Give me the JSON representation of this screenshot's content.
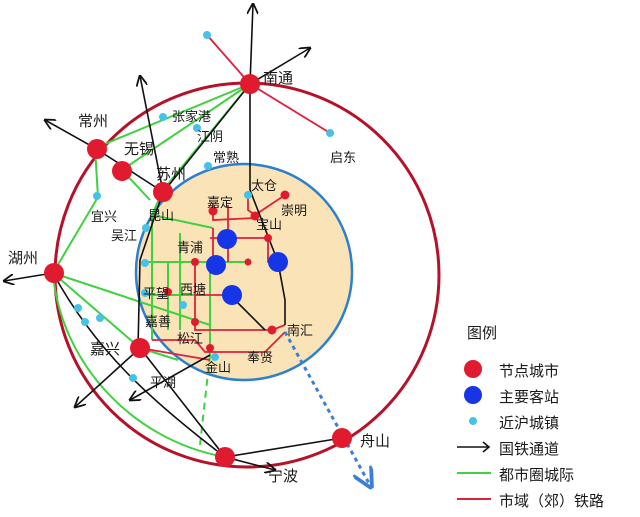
{
  "colors": {
    "outer_ring": "#b5122a",
    "inner_ring": "#2d7fd0",
    "inner_fill": "#fbe3b8",
    "node_city": "#e01b2f",
    "major_station": "#1635e6",
    "nearby_town": "#45c2e8",
    "national_rail": "#111111",
    "metro_intercity": "#3fd13f",
    "municipal_rail": "#e0203c",
    "planned_line": "#3b7fd6"
  },
  "node_cities": [
    {
      "id": "nantong",
      "label": "南通"
    },
    {
      "id": "changzhou",
      "label": "常州"
    },
    {
      "id": "wuxi",
      "label": "无锡"
    },
    {
      "id": "suzhou",
      "label": "苏州"
    },
    {
      "id": "huzhou",
      "label": "湖州"
    },
    {
      "id": "jiaxing",
      "label": "嘉兴"
    },
    {
      "id": "ningbo",
      "label": "宁波"
    },
    {
      "id": "zhoushan",
      "label": "舟山"
    }
  ],
  "towns": [
    {
      "id": "zhangjiagang",
      "label": "张家港"
    },
    {
      "id": "jiangyin",
      "label": "江阴"
    },
    {
      "id": "changshu",
      "label": "常熟"
    },
    {
      "id": "qidong",
      "label": "启东"
    },
    {
      "id": "yixing",
      "label": "宜兴"
    },
    {
      "id": "kunshan",
      "label": "昆山"
    },
    {
      "id": "wujiang",
      "label": "吴江"
    },
    {
      "id": "taicang",
      "label": "太仓"
    },
    {
      "id": "jiading",
      "label": "嘉定"
    },
    {
      "id": "chongming",
      "label": "崇明"
    },
    {
      "id": "baoshan",
      "label": "宝山"
    },
    {
      "id": "qingpu",
      "label": "青浦"
    },
    {
      "id": "pingwang",
      "label": "平望"
    },
    {
      "id": "xitang",
      "label": "西塘"
    },
    {
      "id": "jiashan",
      "label": "嘉善"
    },
    {
      "id": "songjiang",
      "label": "松江"
    },
    {
      "id": "nanhui",
      "label": "南汇"
    },
    {
      "id": "pinghu",
      "label": "平湖"
    },
    {
      "id": "jinshan",
      "label": "金山"
    },
    {
      "id": "fengxian",
      "label": "奉贤"
    }
  ],
  "legend": {
    "title": "图例",
    "items": [
      {
        "id": "node-city",
        "label": "节点城市"
      },
      {
        "id": "major-station",
        "label": "主要客站"
      },
      {
        "id": "nearby-town",
        "label": "近沪城镇"
      },
      {
        "id": "national-rail",
        "label": "国铁通道"
      },
      {
        "id": "metro-intercity",
        "label": "都市圈城际"
      },
      {
        "id": "municipal-rail",
        "label": "市域（郊）铁路"
      }
    ]
  }
}
